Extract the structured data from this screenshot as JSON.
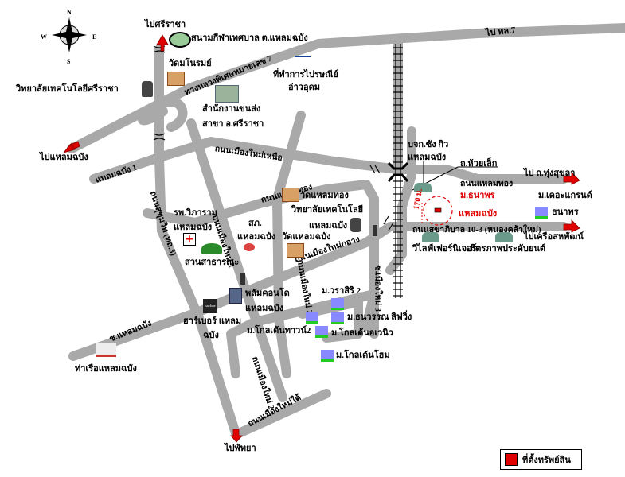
{
  "compass": {
    "n": "N",
    "s": "S",
    "e": "E",
    "w": "W"
  },
  "destinations": {
    "sriracha": "ไปศรีราชา",
    "laem_chabang": "ไปแหลมฉบัง",
    "route7": "ไป ทล.7",
    "thung_sukhla": "ไป ถ.ทุ่งสุขลา",
    "khrue_sahaphat": "ไปเครือสหพัฒน์",
    "pattaya": "ไปพัทยา"
  },
  "roads": {
    "hwy7": "ทางหลวงพิเศษหมายเลข 7",
    "laem_chabang_1": "แหลมฉบัง 1",
    "mueang_mai_nuea": "ถนนเมืองใหม่เหนือ",
    "sukhumvit": "ถนนสุขุมวิท (ทล.3)",
    "laem_thong_w": "ถนนแหลมทอง",
    "mueang_mai_1": "ถนนเมืองใหม่ 1",
    "mueang_mai_klang": "ถนนเมืองใหม่กลาง",
    "mueang_mai_2": "ถนนเมืองใหม่ 2",
    "soi_mueang_mai_3": "ซ.เมืองใหม่ 3",
    "laem_thong_e": "ถนนแหลมทอง",
    "sukhaphiban": "ถนนสุขาภิบาล 10-3 (หนองคล้าใหม่)",
    "soi_laem_chabang": "ซ.แหลมฉบัง",
    "mueang_mai_tai": "ถนนเมืองใหม่ใต้",
    "mueang_mai_2b": "ถนนเมืองใหม่ 2"
  },
  "places": {
    "stadium": "สนามกีฬาเทศบาล ต.แหลมฉบัง",
    "wat_manorom": "วัดมโนรมย์",
    "tech_sriracha": "วิทยาลัยเทคโนโลยีศรีราชา",
    "post_1": "ที่ทำการไปรษณีย์",
    "post_2": "อ่าวอุดม",
    "excise_1": "สำนักงานขนส่ง",
    "excise_2": "สาขา อ.ศรีราชา",
    "bkj_1": "บจก.ซัง กิว",
    "bkj_2": "แหลมฉบัง",
    "huai_lek": "ถ.ห้วยเล็ก",
    "mb_thanaporn_1": "ม.ธนาพร",
    "mb_thanaporn_2": "แหลมฉบัง",
    "distance": "170 ม.",
    "the_grand": "ม.เดอะแกรนด์",
    "thanaporn": "ธนาพร",
    "wat_laem_thong": "วัดแหลมทอง",
    "tech_lc_1": "วิทยาลัยเทคโนโลยี",
    "tech_lc_2": "แหลมฉบัง",
    "wat_lc": "วัดแหลมฉบัง",
    "hospital_1": "รพ.วิภาราม",
    "hospital_2": "แหลมฉบัง",
    "police_1": "สภ.",
    "police_2": "แหลมฉบัง",
    "park": "สวนสาธารณะ",
    "vilife": "วีไลฟ์เฟอร์นิเจอร์",
    "mittraphap": "มิตรภาพประดับยนต์",
    "condo_1": "พลัมคอนโด",
    "condo_2": "แหลมฉบัง",
    "harbor_1": "ฮาร์เบอร์ แหลม",
    "harbor_2": "ฉบัง",
    "harbor_logo": "harbor",
    "warasiri": "ม.วราสิริ 2",
    "thanawan": "ม.ธนวรรณ ลิฟวิ่ง",
    "golden_town": "ม.โกลเด้นทาวน์2",
    "golden_avenue": "ม.โกลเด้นอเวนิว",
    "golden_home": "ม.โกลเด้นโฮม",
    "port": "ท่าเรือแหลมฉบัง"
  },
  "legend": {
    "label": "ที่ตั้งทรัพย์สิน",
    "color": "#e00000"
  },
  "colors": {
    "road": "#a9a9a9",
    "arrow": "#e00000",
    "target": "#e00000"
  }
}
